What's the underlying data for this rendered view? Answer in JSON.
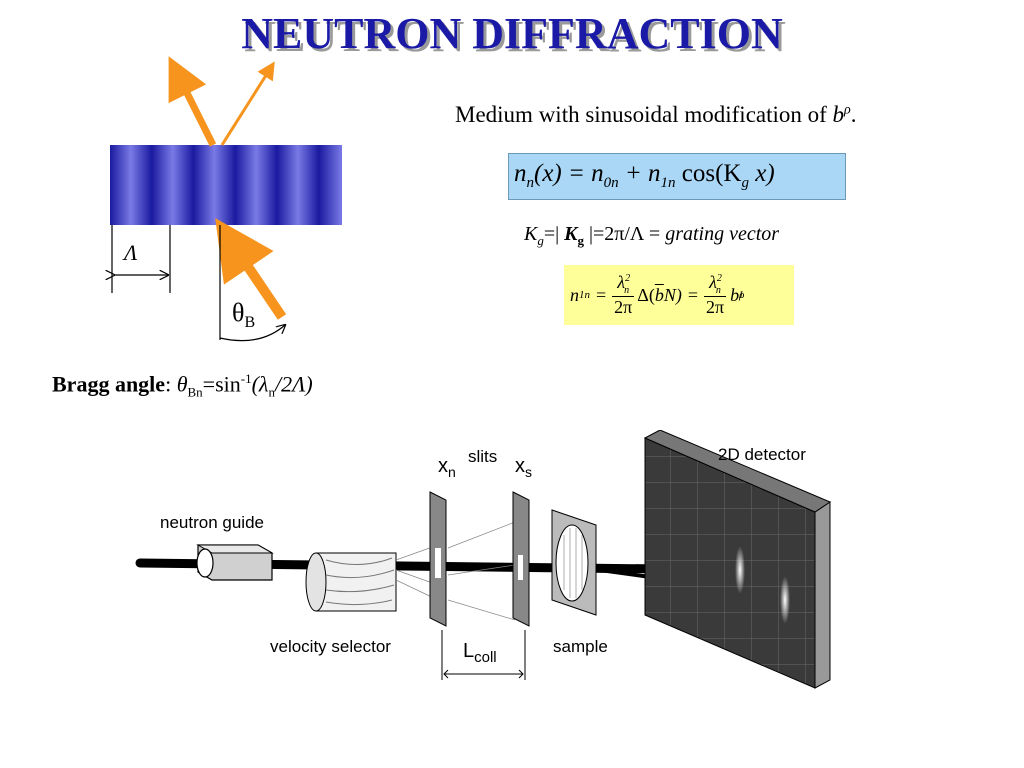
{
  "title": "NEUTRON DIFFRACTION",
  "medium": {
    "text": "Medium with sinusoidal modification of ",
    "symbol": "b",
    "superscript": "ρ",
    "end": "."
  },
  "eq1": {
    "lhs": "n",
    "lhs_sub": "n",
    "x": "(x) = n",
    "sub0n": "0n",
    "plus": " + n",
    "sub1n": "1n",
    "cos": " cos(K",
    "sub_g": "g",
    "end": " x)"
  },
  "kg": {
    "k": "K",
    "k_sub": "g",
    "eq1": "=| ",
    "kbold": "K",
    "kbold_sub": "g",
    "eq2": " |=2π/Λ",
    "eq3": " = ",
    "desc": "grating vector"
  },
  "eq2": {
    "n1n": "n",
    "n1n_sub": "1n",
    "equals": "=",
    "lambda": "λ",
    "lambda_sub": "n",
    "lambda_sup": "2",
    "two_pi": "2π",
    "delta": "Δ(",
    "b": "b",
    "bn_end": "N)",
    "b1": "b",
    "b1_sub": "1",
    "b1_sup": "ρ"
  },
  "grating_labels": {
    "lambda": "Λ",
    "theta": "θ",
    "theta_sub": "B"
  },
  "bragg": {
    "label": "Bragg angle",
    "colon": ": ",
    "theta": "θ",
    "theta_sub": "Bn",
    "eq": "=sin",
    "sup": "-1",
    "arg": "(λ",
    "arg_sub": "n",
    "arg_end": "/2Λ)"
  },
  "apparatus": {
    "neutron_guide": "neutron guide",
    "velocity_selector": "velocity selector",
    "slits": "slits",
    "xn": "x",
    "xn_sub": "n",
    "xs": "x",
    "xs_sub": "s",
    "lcoll": "L",
    "lcoll_sub": "coll",
    "sample": "sample",
    "detector": "2D detector"
  },
  "colors": {
    "title": "#1a1aa6",
    "arrow": "#f7941d",
    "grating_dark": "#1a1aa0",
    "grating_light": "#7a7ae6",
    "eq1_box": "#a9d7f5",
    "eq2_box": "#ffff99"
  }
}
